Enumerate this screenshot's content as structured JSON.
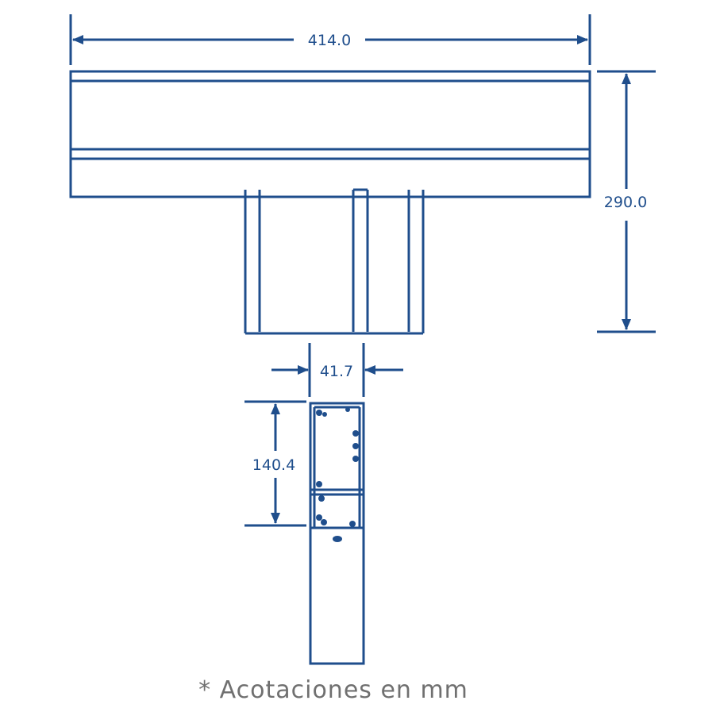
{
  "colors": {
    "line": "#1f4e8c",
    "note": "#707070",
    "background": "#ffffff"
  },
  "dimensions": {
    "width": "414.0",
    "height": "290.0",
    "profile_width": "41.7",
    "profile_height": "140.4"
  },
  "note": "* Acotaciones en mm"
}
